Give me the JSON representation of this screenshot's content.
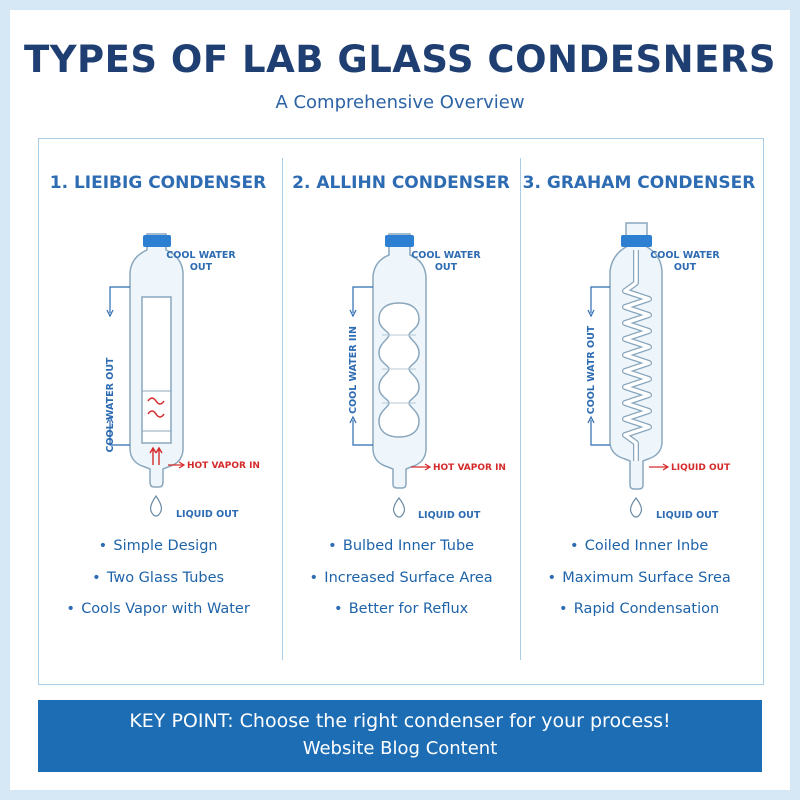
{
  "header": {
    "title": "TYPES OF LAB GLASS CONDESNERS",
    "subtitle": "A Comprehensive Overview"
  },
  "condensers": [
    {
      "title": "1. LIEIBIG CONDENSER",
      "labels": {
        "top_line1": "COOL WATER",
        "top_line2": "OUT",
        "side": "COOL WATER OUT",
        "inlet": "HOT VAPOR IN",
        "bottom": "LIQUID OUT"
      },
      "bullets": [
        "Simple Design",
        "Two Glass Tubes",
        "Cools Vapor with Water"
      ]
    },
    {
      "title": "2. ALLIHN CONDENSER",
      "labels": {
        "top_line1": "COOL WATER",
        "top_line2": "OUT",
        "side": "COOL WATER IIN",
        "inlet": "HOT VAPOR IN",
        "bottom": "LIQUID OUT"
      },
      "bullets": [
        "Bulbed Inner Tube",
        "Increased Surface Area",
        "Better for Reflux"
      ]
    },
    {
      "title": "3. GRAHAM CONDENSER",
      "labels": {
        "top_line1": "COOL WATER",
        "top_line2": "OUT",
        "side": "COOL WATR OUT",
        "inlet": "LIQUID OUT",
        "bottom": "LIQUID OUT"
      },
      "bullets": [
        "Coiled Inner Inbe",
        "Maximum Surface Srea",
        "Rapid Condensation"
      ]
    }
  ],
  "banner": {
    "line1": "KEY POINT: Choose the right condenser for your process!",
    "line2": "Website Blog Content"
  },
  "colors": {
    "title": "#1f3f73",
    "accent": "#2d6bb3",
    "glass_outline": "#8aa7bd",
    "glass_fill": "#eef6fc",
    "joint": "#2d7fd1",
    "vapor": "#d42a2a",
    "banner": "#1d6db5"
  }
}
